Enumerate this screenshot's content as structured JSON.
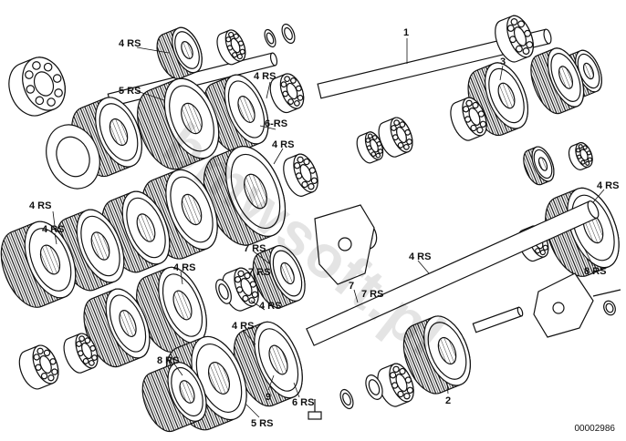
{
  "diagram": {
    "document_number": "00002986",
    "watermark": "bmwsoft.pl",
    "labels": {
      "l1": "4 RS",
      "l2": "5 RS",
      "l3": "1",
      "l4": "3",
      "l5": "4 RS",
      "l6": "6-RS",
      "l7": "4 RS",
      "l8": "4 RS",
      "l9": "4 RS",
      "l10": "7 RS",
      "l11": "4 RS",
      "l12": "7 RS",
      "l13": "4 RS",
      "l14": "4 RS",
      "l15": "7",
      "l16": "7 RS",
      "l17": "8 RS",
      "l18": "4 RS",
      "l19": "8 RS",
      "l20": "4 RS",
      "l21": "9",
      "l22": "6 RS",
      "l23": "2",
      "l24": "5 RS"
    },
    "colors": {
      "ink": "#111111",
      "paper": "#ffffff",
      "shade": "#d8d8d8"
    }
  }
}
